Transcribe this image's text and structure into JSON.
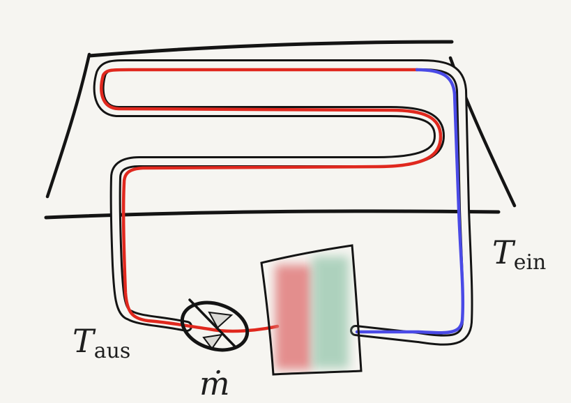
{
  "diagram": {
    "labels": {
      "t_out": {
        "symbol": "T",
        "subscript": "aus"
      },
      "t_in": {
        "symbol": "T",
        "subscript": "ein"
      },
      "mass_flow": {
        "symbol": "ṁ"
      }
    },
    "colors": {
      "background": "#f6f5f1",
      "ink": "#141414",
      "hot_flow": "#e0281e",
      "cold_flow": "#4a4ae6",
      "exchanger_hot": "#e07c7c",
      "exchanger_cold": "#9cc9b1"
    },
    "components": [
      "room-boundary",
      "floor-line",
      "pipe-loop",
      "pump",
      "heat-exchanger"
    ]
  }
}
